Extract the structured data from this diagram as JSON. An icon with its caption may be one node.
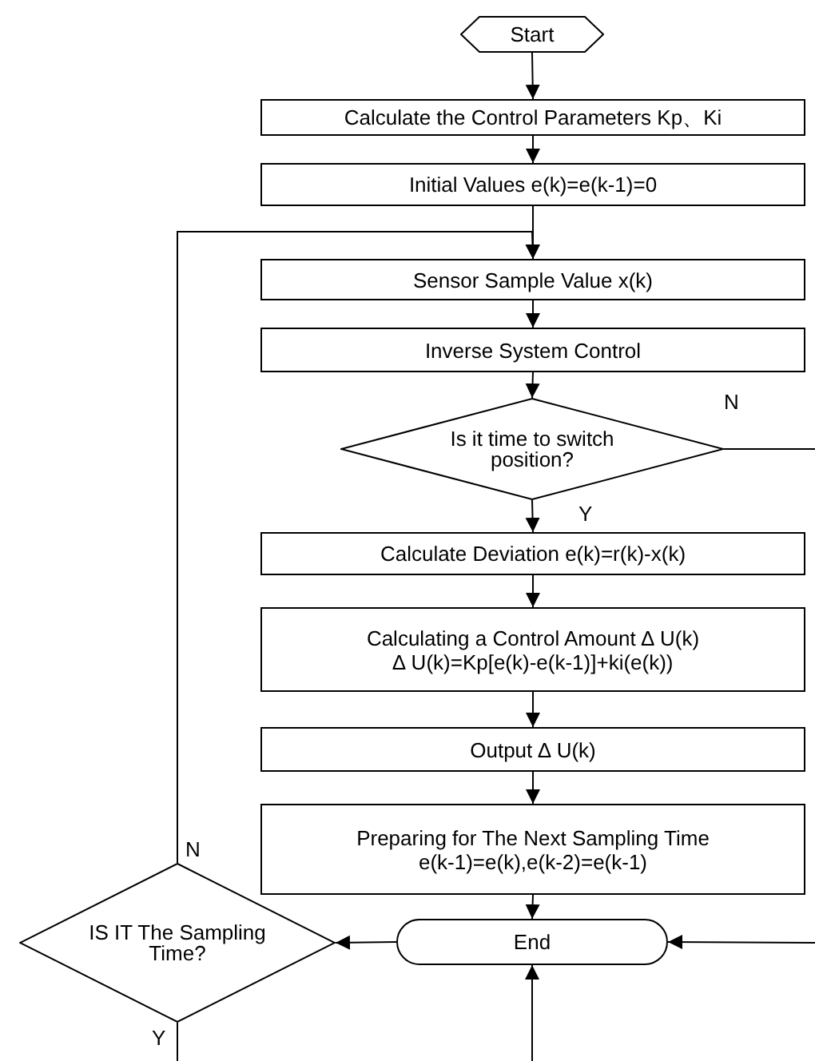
{
  "diagram": {
    "nodes": [
      {
        "text": [
          "Start"
        ]
      },
      {
        "text": [
          "Calculate the Control Parameters Kp、Ki"
        ]
      },
      {
        "text": [
          "Initial Values e(k)=e(k-1)=0"
        ]
      },
      {
        "text": [
          "Sensor Sample Value x(k)"
        ]
      },
      {
        "text": [
          "Inverse System Control"
        ]
      },
      {
        "text": [
          "Is it time to switch position?"
        ]
      },
      {
        "text": [
          "Calculate Deviation e(k)=r(k)-x(k)"
        ]
      },
      {
        "text": [
          "Calculating a Control Amount ∆ U(k)",
          "∆ U(k)=Kp[e(k)-e(k-1)]+ki(e(k))"
        ]
      },
      {
        "text": [
          "Output ∆ U(k)"
        ]
      },
      {
        "text": [
          "Preparing for The Next Sampling Time",
          "e(k-1)=e(k),e(k-2)=e(k-1)"
        ]
      },
      {
        "text": [
          "End"
        ]
      },
      {
        "text": [
          "IS IT The Sampling Time?"
        ]
      }
    ],
    "edges": [
      {
        "from": 0,
        "to": 1,
        "arrow": "to"
      },
      {
        "from": 1,
        "to": 2,
        "arrow": "to"
      },
      {
        "from": 2,
        "to": 3,
        "arrow": "to"
      },
      {
        "from": 3,
        "to": 4,
        "arrow": "to"
      },
      {
        "from": 4,
        "to": 5,
        "arrow": "to"
      },
      {
        "from": 5,
        "to": 6,
        "arrow": "to",
        "label": "Y"
      },
      {
        "from": 6,
        "to": 7,
        "arrow": "to"
      },
      {
        "from": 7,
        "to": 8,
        "arrow": "to"
      },
      {
        "from": 8,
        "to": 9,
        "arrow": "to"
      },
      {
        "from": 9,
        "to": 10,
        "arrow": "to"
      },
      {
        "from": 10,
        "to": 11,
        "arrow": "to"
      },
      {
        "from": 11,
        "to": 3,
        "arrow": "to",
        "label": "N"
      },
      {
        "from": 5,
        "to": null,
        "arrow": "none",
        "label": "N"
      },
      {
        "from": null,
        "to": 10,
        "arrow": "to"
      },
      {
        "from": 11,
        "to": null,
        "arrow": "none",
        "label": "Y"
      },
      {
        "from": null,
        "to": 10,
        "arrow": "to"
      }
    ]
  }
}
